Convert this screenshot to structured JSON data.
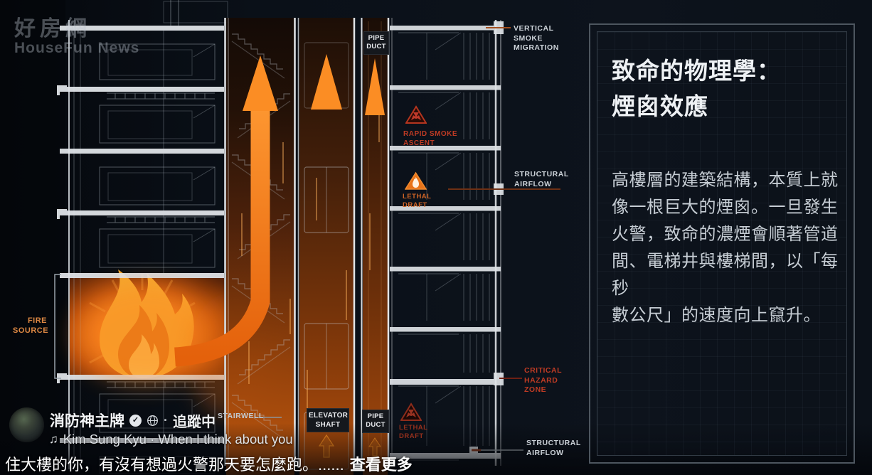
{
  "watermark": {
    "brand": "好房網",
    "subbrand": "HouseFun News"
  },
  "diagram": {
    "pipe_duct_top": "PIPE DUCT",
    "vertical_smoke_migration": "VERTICAL SMOKE MIGRATION",
    "rapid_smoke_ascent": "RAPID SMOKE ASCENT",
    "structural_airflow_top": "STRUCTURAL AIRFLOW",
    "lethal_draft_top": "LETHAL DRAFT",
    "fire_source": "FIRE SOURCE",
    "critical_hazard_zone": "CRITICAL HAZARD ZONE",
    "lethal_draft_bottom": "LETHAL DRAFT",
    "structural_airflow_bottom": "STRUCTURAL AIRFLOW",
    "stairwell": "STAIRWELL",
    "elevator_shaft": "ELEVATOR SHAFT",
    "pipe_duct_bottom": "PIPE DUCT"
  },
  "panel": {
    "title": "致命的物理學：\n煙囪效應",
    "body": "高樓層的建築結構，本質上就\n像一根巨大的煙囪。一旦發生\n火警，致命的濃煙會順著管道\n間、電梯井與樓梯間，以「每秒\n數公尺」的速度向上竄升。"
  },
  "post": {
    "author": "消防神主牌",
    "verified": "✓",
    "dot": "·",
    "following": "追蹤中",
    "music_note": "♫",
    "music": "Kim Sung Kyu · When I think about you",
    "caption": "住大樓的你，有沒有想過火警那天要怎麼跑。......",
    "see_more": "查看更多"
  },
  "colors": {
    "accent_orange": "#f57614",
    "warning_red": "#bf3b24",
    "dark_red": "#94301d",
    "panel_text": "#c6cdd4"
  }
}
